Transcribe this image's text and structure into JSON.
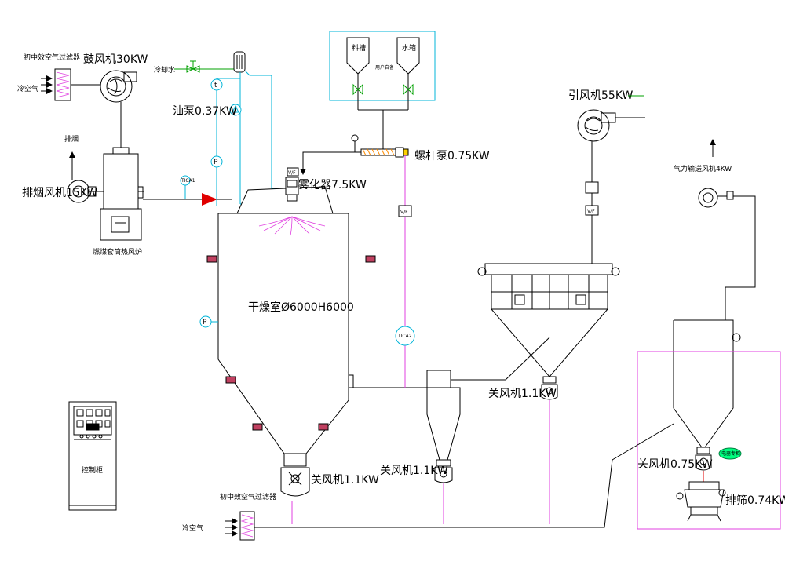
{
  "labels": {
    "air_filter_top": "初中效空气过滤器",
    "blower": "鼓风机30KW",
    "cold_air_top": "冷空气",
    "cooling_water": "冷却水",
    "oil_pump": "油泵0.37KW",
    "smoke": "排烟",
    "exhaust_fan_smoke": "排烟风机15KW",
    "furnace": "燃煤套筒热风炉",
    "material_tank": "料槽",
    "water_tank": "水箱",
    "user_prepared": "用户自备",
    "screw_pump": "螺杆泵0.75KW",
    "atomizer": "雾化器7.5KW",
    "vf_atomizer": "V/F",
    "vf_line": "V/F",
    "vf_fan": "V/F",
    "dryer": "干燥室Ø6000H6000",
    "tica1": "TICA1",
    "tica2": "TICA2",
    "induced_fan": "引风机55KW",
    "pneumatic_fan": "气力输送风机4KW",
    "valve_bag_filter": "关风机1.1KW",
    "valve_cyclone": "关风机1.1KW",
    "valve_dryer": "关风机1.1KW",
    "valve_final": "关风机0.75KW",
    "sieve": "排筛0.74KW",
    "control_cabinet": "控制柜",
    "air_filter_bottom": "初中效空气过滤器",
    "cold_air_bottom": "冷空气",
    "green_tag": "电器专柜",
    "t_symbol": "t",
    "p_symbol": "P"
  },
  "colors": {
    "line": "#000000",
    "instrument": "#00b4d8",
    "signal": "#e040e0",
    "hot_air": "#e00000",
    "valve": "#00a000",
    "screw": "#ff8c00"
  }
}
